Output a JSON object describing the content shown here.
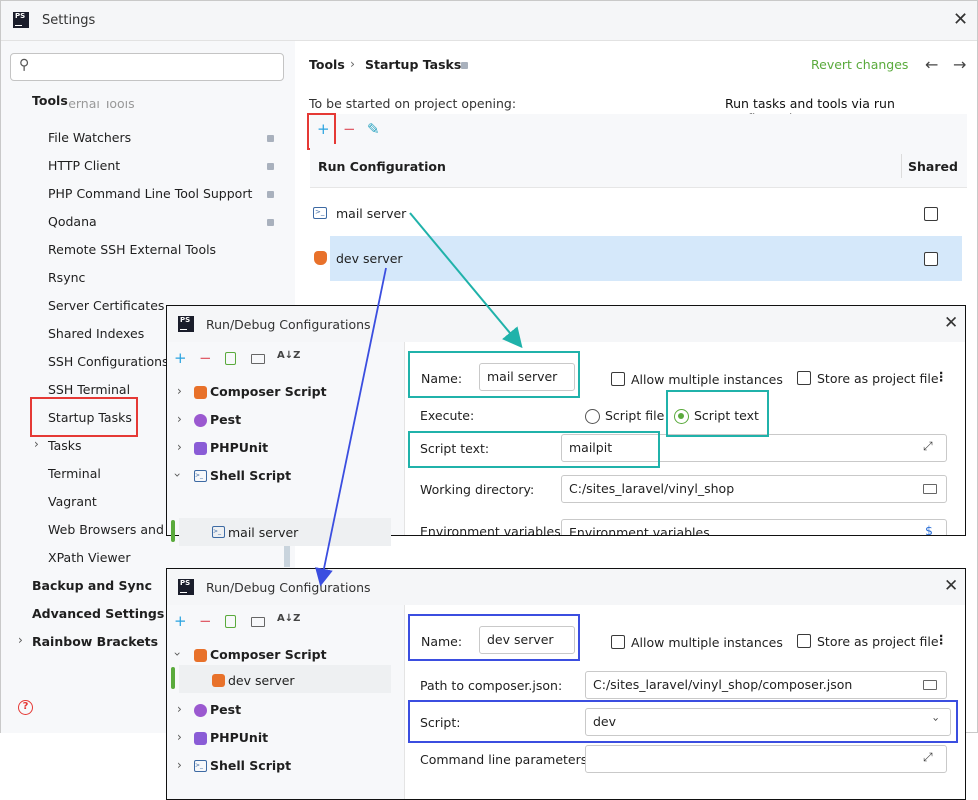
{
  "window": {
    "title": "Settings",
    "logo": "PS"
  },
  "sidebar": {
    "partial_item": "External Tools",
    "section_tools": "Tools",
    "items": [
      "File Watchers",
      "HTTP Client",
      "PHP Command Line Tool Support",
      "Qodana",
      "Remote SSH External Tools",
      "Rsync",
      "Server Certificates",
      "Shared Indexes",
      "SSH Configurations",
      "SSH Terminal",
      "Startup Tasks",
      "Tasks",
      "Terminal",
      "Vagrant",
      "Web Browsers and Preview",
      "XPath Viewer"
    ],
    "sections": [
      "Backup and Sync",
      "Advanced Settings",
      "Rainbow Brackets"
    ]
  },
  "header": {
    "breadcrumb_parent": "Tools",
    "breadcrumb_current": "Startup Tasks",
    "revert": "Revert changes"
  },
  "panel": {
    "to_be_started": "To be started on project opening:",
    "run_tasks_link": "Run tasks and tools via run configurations",
    "col_run_config": "Run Configuration",
    "col_shared": "Shared",
    "rows": [
      "mail server",
      "dev server"
    ]
  },
  "dialog1": {
    "title": "Run/Debug Configurations",
    "tree": [
      "Composer Script",
      "Pest",
      "PHPUnit",
      "Shell Script",
      "mail server"
    ],
    "name_label": "Name:",
    "name_value": "mail server",
    "allow_multiple": "Allow multiple instances",
    "store_project": "Store as project file",
    "execute_label": "Execute:",
    "script_file": "Script file",
    "script_text_option": "Script text",
    "script_text_label": "Script text:",
    "script_text_value": "mailpit",
    "workdir_label": "Working directory:",
    "workdir_value": "C:/sites_laravel/vinyl_shop",
    "env_label": "Environment variables:",
    "env_value": "Environment variables"
  },
  "dialog2": {
    "title": "Run/Debug Configurations",
    "tree": [
      "Composer Script",
      "dev server",
      "Pest",
      "PHPUnit",
      "Shell Script"
    ],
    "name_label": "Name:",
    "name_value": "dev server",
    "allow_multiple": "Allow multiple instances",
    "store_project": "Store as project file",
    "composer_label": "Path to composer.json:",
    "composer_value": "C:/sites_laravel/vinyl_shop/composer.json",
    "script_label": "Script:",
    "script_value": "dev",
    "cmdline_label": "Command line parameters:"
  },
  "colors": {
    "red": "#e53935",
    "teal": "#20b2aa",
    "blue": "#3b4ee0",
    "selection": "#d5e8fa",
    "accent_green": "#5aaa3c"
  }
}
